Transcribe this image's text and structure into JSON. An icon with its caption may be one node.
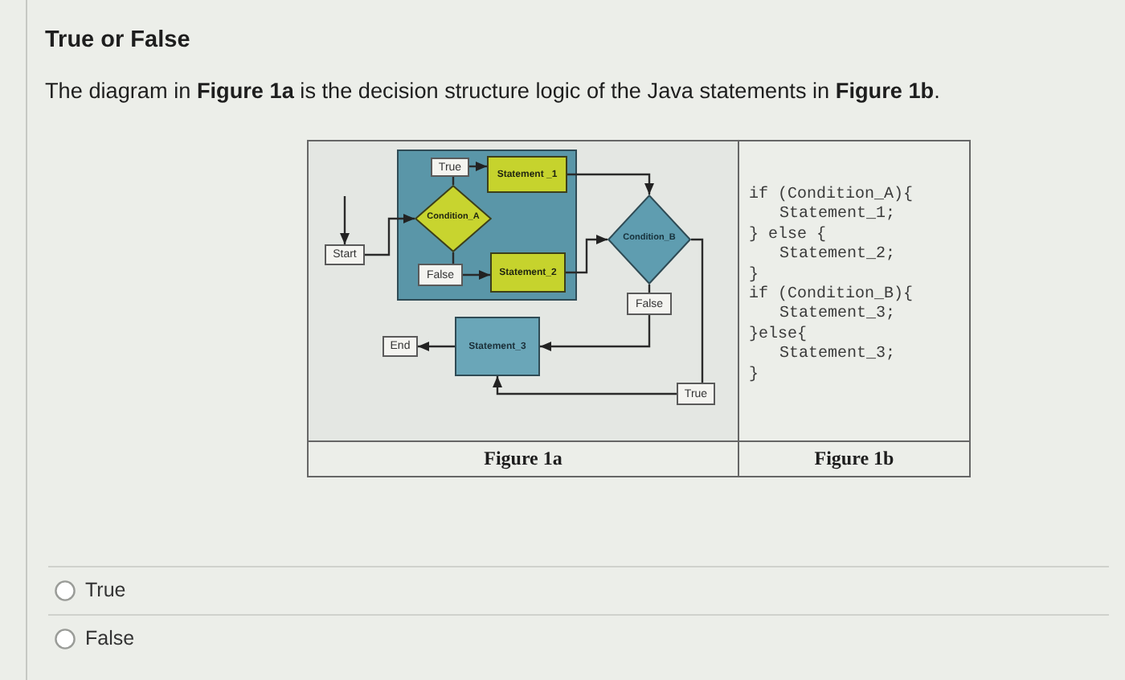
{
  "diagram": {
    "title": "True or False",
    "nodes": [
      {
        "text": [],
        "shape": "box"
      },
      {
        "text": [
          "True"
        ],
        "in": 0
      },
      {
        "text": [
          "Statement _1"
        ],
        "in": 0
      },
      {
        "text": [
          "Condition_A"
        ],
        "in": 0
      },
      {
        "text": [
          "Condition_B"
        ]
      },
      {
        "text": [
          "Start"
        ]
      },
      {
        "text": [
          "False"
        ],
        "in": 0
      },
      {
        "text": [
          "Statement_2"
        ],
        "in": 0
      },
      {
        "text": [
          "False"
        ]
      },
      {
        "text": [
          "End"
        ]
      },
      {
        "text": [
          "Statement_3"
        ]
      },
      {
        "text": [
          "True"
        ]
      }
    ],
    "edges": [
      {
        "from": null,
        "to": 5,
        "arrow": "to"
      },
      {
        "from": 5,
        "to": 3,
        "arrow": "to"
      },
      {
        "from": 3,
        "to": 1,
        "arrow": "none"
      },
      {
        "from": 1,
        "to": 2,
        "arrow": "to"
      },
      {
        "from": 3,
        "to": 6,
        "arrow": "none"
      },
      {
        "from": 6,
        "to": 7,
        "arrow": "to"
      },
      {
        "from": 2,
        "to": 4,
        "arrow": "to"
      },
      {
        "from": 7,
        "to": 4,
        "arrow": "to"
      },
      {
        "from": 4,
        "to": 8,
        "arrow": "none"
      },
      {
        "from": 8,
        "to": 10,
        "arrow": "to"
      },
      {
        "from": 4,
        "to": 11,
        "arrow": "none"
      },
      {
        "from": 11,
        "to": 10,
        "arrow": "to"
      },
      {
        "from": 10,
        "to": 9,
        "arrow": "to"
      }
    ],
    "labels": [
      "The diagram in **Figure 1a** is the decision structure logic of the Java statements in **Figure 1b**.",
      "if (Condition_A){",
      "Statement_1;",
      "} else {",
      "Statement_2;",
      "}",
      "if (Condition_B){",
      "Statement_3;",
      "}else{",
      "Statement_3;",
      "}",
      "Figure 1a",
      "Figure 1b",
      "True",
      "False"
    ]
  }
}
